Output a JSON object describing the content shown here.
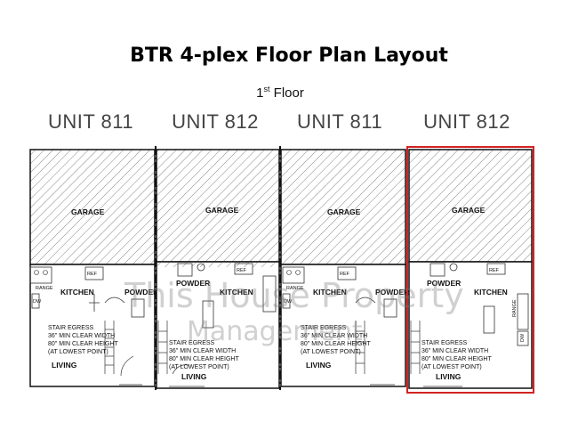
{
  "title": "BTR 4-plex Floor Plan Layout",
  "subtitle": {
    "text": "Floor",
    "ordinal_num": "1",
    "ordinal_suffix": "st"
  },
  "units": [
    {
      "label": "UNIT 811"
    },
    {
      "label": "UNIT 812"
    },
    {
      "label": "UNIT 811"
    },
    {
      "label": "UNIT 812",
      "highlighted": true
    }
  ],
  "rooms": {
    "garage": "GARAGE",
    "kitchen": "KITCHEN",
    "powder": "POWDER",
    "living": "LIVING",
    "ref": "REF",
    "range": "RANGE",
    "dw": "DW"
  },
  "stair_note": [
    "STAIR EGRESS",
    "36\" MIN CLEAR WIDTH",
    "80\" MIN CLEAR HEIGHT",
    "(AT LOWEST POINT)"
  ],
  "watermark": {
    "line1": "This House Property",
    "line2": "Management"
  },
  "colors": {
    "highlight": "#d32222",
    "wall": "#111111",
    "hatch": "#555555"
  }
}
